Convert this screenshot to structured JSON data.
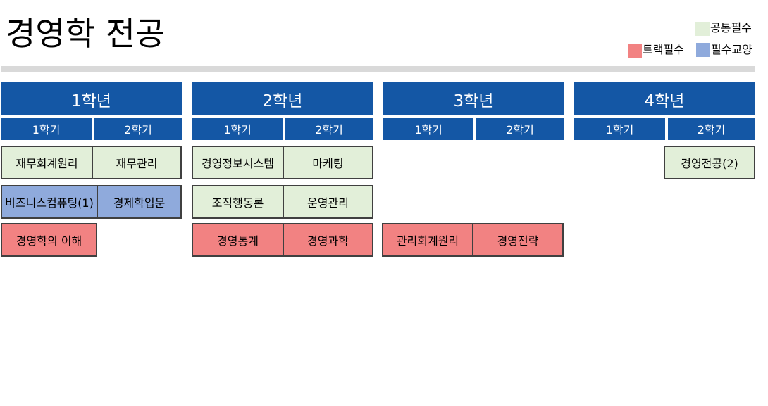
{
  "title": "경영학 전공",
  "legend": {
    "common": {
      "label": "공통필수",
      "color": "#e2efd9"
    },
    "track": {
      "label": "트랙필수",
      "color": "#f28282"
    },
    "liberal": {
      "label": "필수교양",
      "color": "#8faadc"
    }
  },
  "years": [
    {
      "label": "1학년",
      "semesters": [
        "1학기",
        "2학기"
      ]
    },
    {
      "label": "2학년",
      "semesters": [
        "1학기",
        "2학기"
      ]
    },
    {
      "label": "3학년",
      "semesters": [
        "1학기",
        "2학기"
      ]
    },
    {
      "label": "4학년",
      "semesters": [
        "1학기",
        "2학기"
      ]
    }
  ],
  "courses": [
    {
      "name": "재무회계원리",
      "type": "common",
      "year": 1,
      "semester": 1
    },
    {
      "name": "재무관리",
      "type": "common",
      "year": 1,
      "semester": 2
    },
    {
      "name": "비즈니스컴퓨팅(1)",
      "type": "liberal",
      "year": 1,
      "semester": 1
    },
    {
      "name": "경제학입문",
      "type": "liberal",
      "year": 1,
      "semester": 2
    },
    {
      "name": "경영학의 이해",
      "type": "track",
      "year": 1,
      "semester": 1
    },
    {
      "name": "경영정보시스템",
      "type": "common",
      "year": 2,
      "semester": 1
    },
    {
      "name": "마케팅",
      "type": "common",
      "year": 2,
      "semester": 2
    },
    {
      "name": "조직행동론",
      "type": "common",
      "year": 2,
      "semester": 1
    },
    {
      "name": "운영관리",
      "type": "common",
      "year": 2,
      "semester": 2
    },
    {
      "name": "경영통계",
      "type": "track",
      "year": 2,
      "semester": 1
    },
    {
      "name": "경영과학",
      "type": "track",
      "year": 2,
      "semester": 2
    },
    {
      "name": "관리회계원리",
      "type": "track",
      "year": 3,
      "semester": 1
    },
    {
      "name": "경영전략",
      "type": "track",
      "year": 3,
      "semester": 2
    },
    {
      "name": "경영전공(2)",
      "type": "common",
      "year": 4,
      "semester": 2
    }
  ]
}
